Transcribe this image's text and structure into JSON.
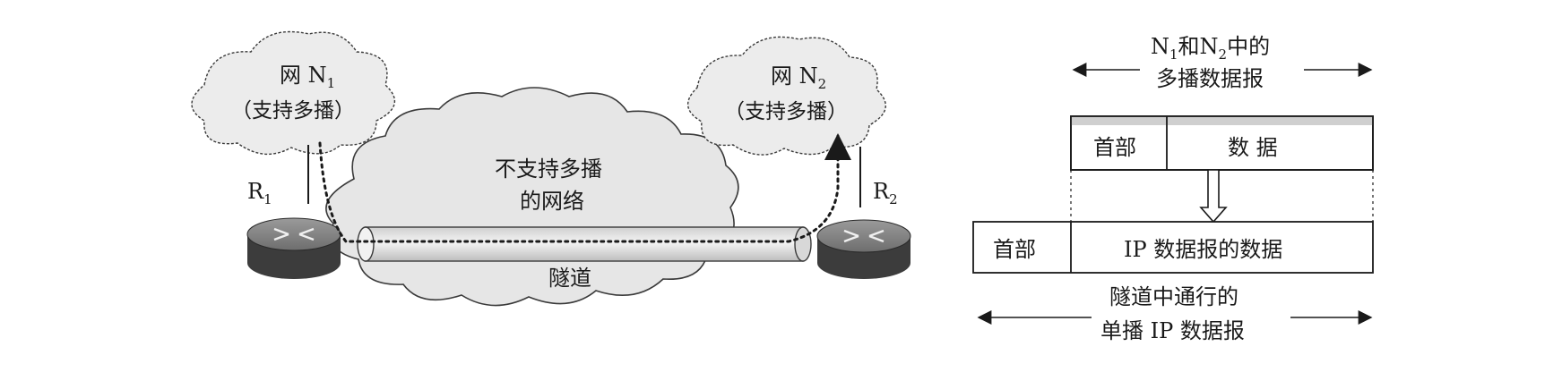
{
  "left_network": {
    "name": "网 N",
    "subscript": "1",
    "note": "（支持多播）"
  },
  "right_network": {
    "name": "网 N",
    "subscript": "2",
    "note": "（支持多播）"
  },
  "middle_network": {
    "line1": "不支持多播",
    "line2": "的网络"
  },
  "router_left": {
    "name": "R",
    "subscript": "1"
  },
  "router_right": {
    "name": "R",
    "subscript": "2"
  },
  "tunnel_label": "隧道",
  "top_caption": {
    "n1": "N",
    "sub1": "1",
    "and": "和",
    "n2": "N",
    "sub2": "2",
    "tail": "中的",
    "line2": "多播数据报"
  },
  "multicast_datagram": {
    "header": "首部",
    "data": "数 据"
  },
  "unicast_datagram": {
    "header": "首部",
    "data": "IP 数据报的数据"
  },
  "bottom_caption": {
    "line1": "隧道中通行的",
    "line2": "单播 IP 数据报"
  },
  "colors": {
    "cloud_fill": "#ececec",
    "cloud_stroke": "#3a3a3a",
    "line": "#1a1a1a"
  }
}
